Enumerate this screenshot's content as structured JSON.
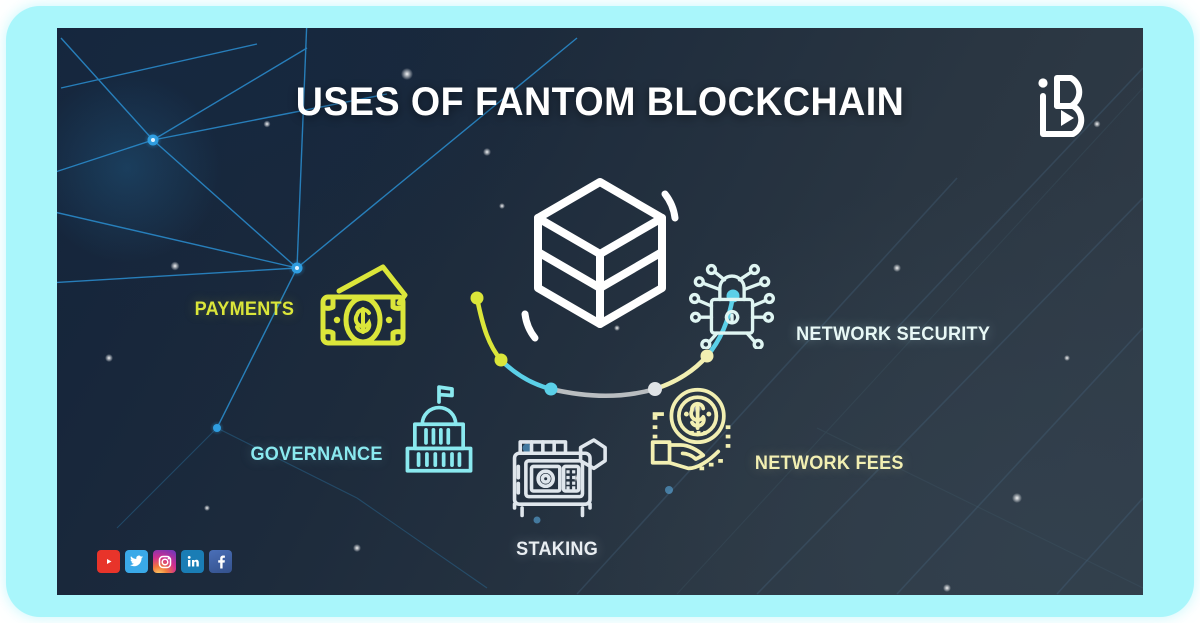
{
  "header": {
    "title": "USES OF FANTOM BLOCKCHAIN",
    "logo_name": "iB"
  },
  "center": {
    "mark_name": "fantom-logo"
  },
  "colors": {
    "frame": "#a9f6fb",
    "panel_dark": "#13233a",
    "panel_light": "#323d49",
    "yellow": "#dbe63a",
    "cream": "#f2efb2",
    "cyan": "#8ae9ef",
    "white": "#e9eef2",
    "mint": "#e8f8f6",
    "network_line": "#1f7fc4",
    "network_node": "#2f9de0"
  },
  "uses": [
    {
      "id": "payments",
      "label": "PAYMENTS",
      "icon": "banknote-card-icon",
      "color": "#dbe63a"
    },
    {
      "id": "security",
      "label": "NETWORK SECURITY",
      "icon": "network-padlock-icon",
      "color": "#e8f8f6"
    },
    {
      "id": "governance",
      "label": "GOVERNANCE",
      "icon": "capitol-building-icon",
      "color": "#8ae9ef"
    },
    {
      "id": "fees",
      "label": "NETWORK FEES",
      "icon": "hand-coin-icon",
      "color": "#f2efb2"
    },
    {
      "id": "staking",
      "label": "STAKING",
      "icon": "safe-vault-icon",
      "color": "#e9eef2"
    }
  ],
  "arc": {
    "segments": [
      {
        "color": "#dbe63a"
      },
      {
        "color": "#5bd0e8"
      },
      {
        "color": "#b9bdc0"
      },
      {
        "color": "#f2efb2"
      },
      {
        "color": "#5bd0e8"
      }
    ]
  },
  "socials": [
    {
      "name": "youtube",
      "label": "YouTube",
      "color": "#e8342a"
    },
    {
      "name": "twitter",
      "label": "Twitter",
      "color": "#3aa9e8"
    },
    {
      "name": "instagram",
      "label": "Instagram",
      "color": "#d0308f"
    },
    {
      "name": "linkedin",
      "label": "LinkedIn",
      "color": "#1a7db5"
    },
    {
      "name": "facebook",
      "label": "Facebook",
      "color": "#3c5a9a"
    }
  ]
}
